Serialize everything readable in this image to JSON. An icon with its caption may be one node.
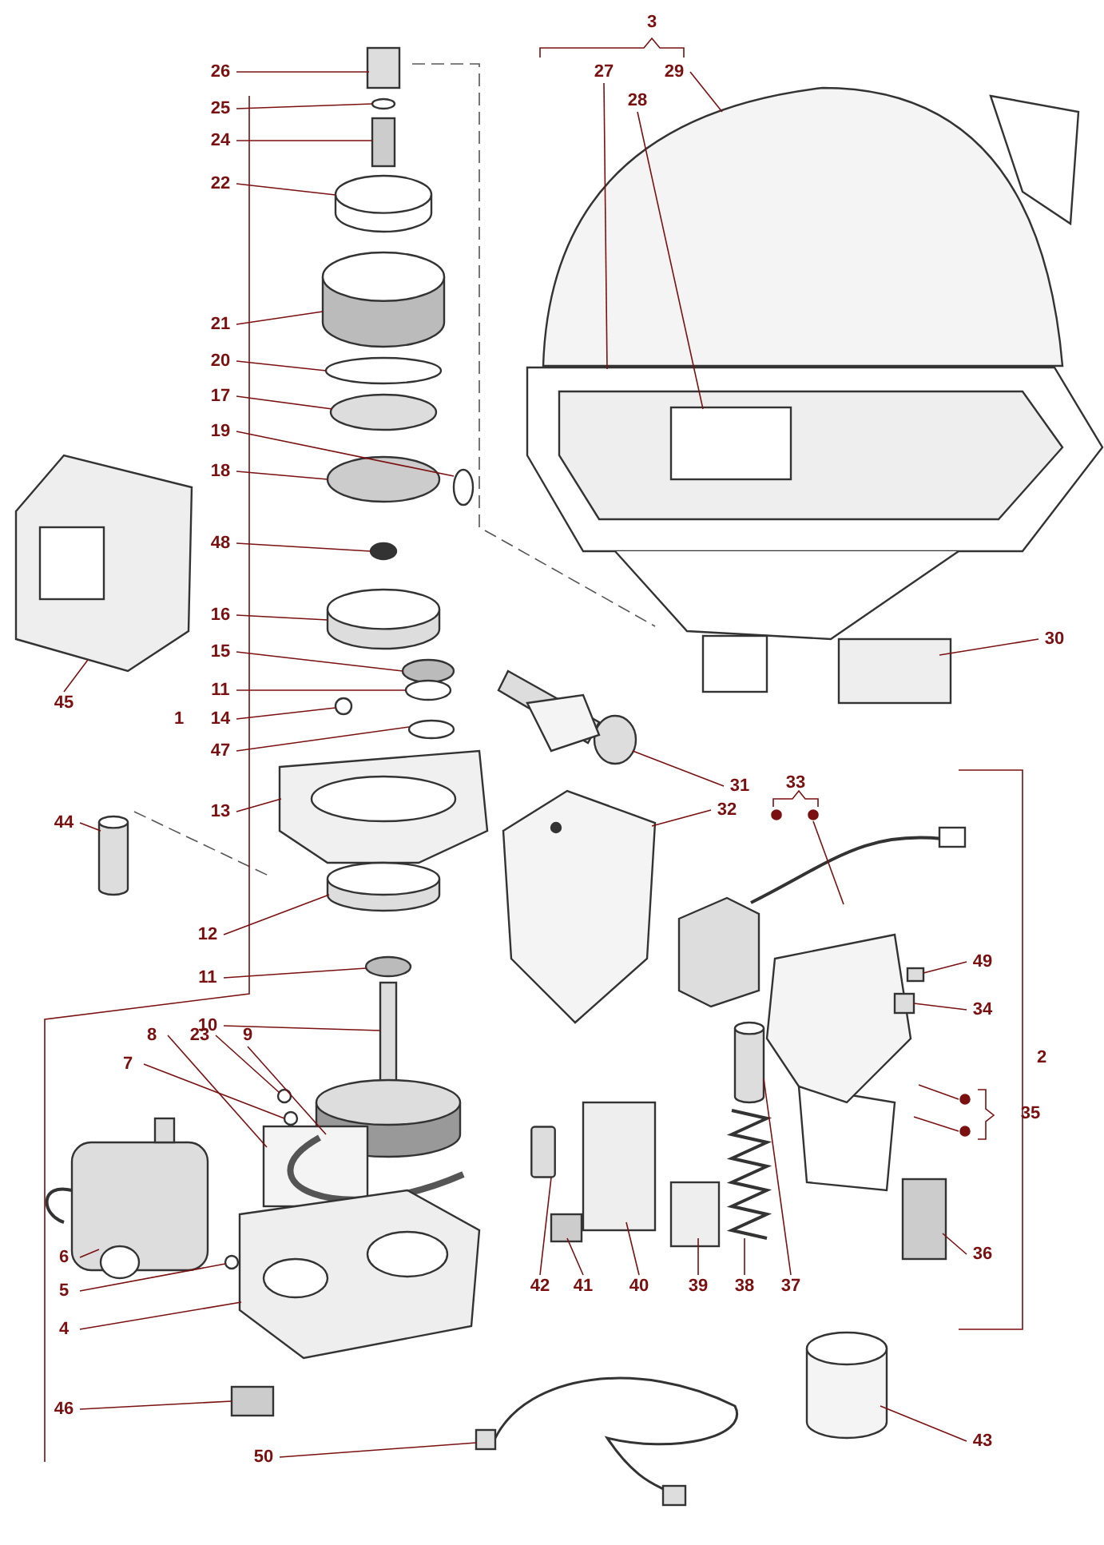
{
  "diagram": {
    "nodes": [
      {
        "text": [
          "26"
        ]
      },
      {
        "text": [
          "27"
        ]
      },
      {
        "text": [
          "29"
        ]
      },
      {
        "text": [
          "28"
        ]
      },
      {
        "text": [
          "25"
        ]
      },
      {
        "text": [
          "24"
        ]
      },
      {
        "text": [
          "22"
        ]
      },
      {
        "text": [
          "21"
        ]
      },
      {
        "text": [
          "20"
        ]
      },
      {
        "text": [
          "17"
        ]
      },
      {
        "text": [
          "19"
        ]
      },
      {
        "text": [
          "18"
        ]
      },
      {
        "text": [
          "45"
        ]
      },
      {
        "text": [
          "48"
        ]
      },
      {
        "text": [
          "16"
        ]
      },
      {
        "text": [
          "30"
        ]
      },
      {
        "text": [
          "15"
        ]
      },
      {
        "text": [
          "11"
        ]
      },
      {
        "text": [
          "14"
        ]
      },
      {
        "text": [
          "47"
        ]
      },
      {
        "text": [
          "31"
        ]
      },
      {
        "text": [
          "32"
        ]
      },
      {
        "text": [
          "13"
        ]
      },
      {
        "text": [
          "44"
        ]
      },
      {
        "text": [
          "12"
        ]
      },
      {
        "text": [
          "11"
        ]
      },
      {
        "text": [
          "10"
        ]
      },
      {
        "text": [
          "8"
        ]
      },
      {
        "text": [
          "23"
        ]
      },
      {
        "text": [
          "7"
        ]
      },
      {
        "text": [
          "9"
        ]
      },
      {
        "text": [
          "49"
        ]
      },
      {
        "text": [
          "34"
        ]
      },
      {
        "text": [
          "6"
        ]
      },
      {
        "text": [
          "36"
        ]
      },
      {
        "text": [
          "5"
        ]
      },
      {
        "text": [
          "42"
        ]
      },
      {
        "text": [
          "41"
        ]
      },
      {
        "text": [
          "40"
        ]
      },
      {
        "text": [
          "39"
        ]
      },
      {
        "text": [
          "38"
        ]
      },
      {
        "text": [
          "37"
        ]
      },
      {
        "text": [
          "4"
        ]
      },
      {
        "text": [
          "46"
        ]
      },
      {
        "text": [
          "43"
        ]
      },
      {
        "text": [
          "50"
        ]
      },
      {
        "text": [],
        "shape": "box"
      },
      {
        "text": [],
        "shape": "picture"
      },
      {
        "text": [],
        "shape": "picture"
      },
      {
        "text": [],
        "shape": "box",
        "in": 47
      },
      {
        "text": [],
        "shape": "circle"
      },
      {
        "text": [],
        "shape": "box"
      },
      {
        "text": [],
        "shape": "cylinder"
      },
      {
        "text": [],
        "shape": "cylinder"
      },
      {
        "text": [],
        "shape": "circle"
      },
      {
        "text": [],
        "shape": "circle"
      },
      {
        "text": [],
        "shape": "circle"
      },
      {
        "text": [],
        "shape": "circle"
      },
      {
        "text": [],
        "shape": "picture"
      },
      {
        "text": [],
        "shape": "circle"
      },
      {
        "text": [],
        "shape": "cylinder"
      },
      {
        "text": [],
        "shape": "box"
      },
      {
        "text": [],
        "shape": "circle"
      },
      {
        "text": [],
        "shape": "circle"
      },
      {
        "text": [],
        "shape": "circle"
      },
      {
        "text": [],
        "shape": "circle"
      },
      {
        "text": [],
        "shape": "picture"
      },
      {
        "text": [],
        "shape": "picture"
      },
      {
        "text": [],
        "shape": "picture"
      },
      {
        "text": [],
        "shape": "cylinder"
      },
      {
        "text": [],
        "shape": "cylinder"
      },
      {
        "text": [],
        "shape": "circle"
      },
      {
        "text": [],
        "shape": "picture"
      },
      {
        "text": [],
        "shape": "box"
      },
      {
        "text": [],
        "shape": "circle"
      },
      {
        "text": [],
        "shape": "circle"
      },
      {
        "text": [],
        "shape": "picture"
      },
      {
        "text": [],
        "shape": "box"
      },
      {
        "text": [],
        "shape": "picture"
      },
      {
        "text": [],
        "shape": "picture"
      },
      {
        "text": [],
        "shape": "box"
      },
      {
        "text": [],
        "shape": "circle"
      },
      {
        "text": [],
        "shape": "bar"
      },
      {
        "text": [],
        "shape": "box"
      },
      {
        "text": [],
        "shape": "box"
      },
      {
        "text": [],
        "shape": "box"
      },
      {
        "text": [],
        "shape": "picture"
      },
      {
        "text": [],
        "shape": "cylinder"
      },
      {
        "text": [],
        "shape": "picture"
      },
      {
        "text": [],
        "shape": "box"
      },
      {
        "text": [],
        "shape": "cylinder"
      },
      {
        "text": [],
        "shape": "picture"
      }
    ],
    "edges": [
      {
        "from": 0,
        "to": 46,
        "arrow": "none"
      },
      {
        "from": 1,
        "to": 47,
        "arrow": "none"
      },
      {
        "from": 2,
        "to": 48,
        "arrow": "none"
      },
      {
        "from": 3,
        "to": 49,
        "arrow": "none"
      },
      {
        "from": 4,
        "to": 50,
        "arrow": "none"
      },
      {
        "from": 5,
        "to": 51,
        "arrow": "none"
      },
      {
        "from": 6,
        "to": 52,
        "arrow": "none"
      },
      {
        "from": 7,
        "to": 53,
        "arrow": "none"
      },
      {
        "from": 8,
        "to": 54,
        "arrow": "none"
      },
      {
        "from": 9,
        "to": 55,
        "arrow": "none"
      },
      {
        "from": 10,
        "to": 56,
        "arrow": "none"
      },
      {
        "from": 11,
        "to": 57,
        "arrow": "none"
      },
      {
        "from": 12,
        "to": 58,
        "arrow": "none"
      },
      {
        "from": 13,
        "to": 59,
        "arrow": "none"
      },
      {
        "from": 14,
        "to": 60,
        "arrow": "none"
      },
      {
        "from": 15,
        "to": 61,
        "arrow": "none"
      },
      {
        "from": 16,
        "to": 62,
        "arrow": "none"
      },
      {
        "from": 17,
        "to": 63,
        "arrow": "none"
      },
      {
        "from": 18,
        "to": 64,
        "arrow": "none"
      },
      {
        "from": 19,
        "to": 65,
        "arrow": "none"
      },
      {
        "from": 20,
        "to": 66,
        "arrow": "none"
      },
      {
        "from": 21,
        "to": 67,
        "arrow": "none"
      },
      {
        "from": 22,
        "to": 68,
        "arrow": "none"
      },
      {
        "from": 23,
        "to": 69,
        "arrow": "none"
      },
      {
        "from": 24,
        "to": 70,
        "arrow": "none"
      },
      {
        "from": 25,
        "to": 71,
        "arrow": "none"
      },
      {
        "from": 26,
        "to": 72,
        "arrow": "none"
      },
      {
        "from": 27,
        "to": 73,
        "arrow": "none"
      },
      {
        "from": 28,
        "to": 74,
        "arrow": "none"
      },
      {
        "from": 29,
        "to": 75,
        "arrow": "none"
      },
      {
        "from": 30,
        "to": 76,
        "arrow": "none"
      },
      {
        "from": 31,
        "to": 77,
        "arrow": "none"
      },
      {
        "from": 32,
        "to": 78,
        "arrow": "none"
      },
      {
        "from": 33,
        "to": 79,
        "arrow": "none"
      },
      {
        "from": 34,
        "to": 80,
        "arrow": "none"
      },
      {
        "from": 35,
        "to": 81,
        "arrow": "none"
      },
      {
        "from": 36,
        "to": 82,
        "arrow": "none"
      },
      {
        "from": 37,
        "to": 83,
        "arrow": "none"
      },
      {
        "from": 38,
        "to": 84,
        "arrow": "none"
      },
      {
        "from": 39,
        "to": 85,
        "arrow": "none"
      },
      {
        "from": 40,
        "to": 86,
        "arrow": "none"
      },
      {
        "from": 41,
        "to": 87,
        "arrow": "none"
      },
      {
        "from": 42,
        "to": 88,
        "arrow": "none"
      },
      {
        "from": 43,
        "to": 89,
        "arrow": "none"
      },
      {
        "from": 44,
        "to": 90,
        "arrow": "none"
      },
      {
        "from": 45,
        "to": 91,
        "arrow": "none"
      }
    ],
    "labels": [
      "3",
      "1",
      "33",
      "2",
      "35"
    ]
  }
}
